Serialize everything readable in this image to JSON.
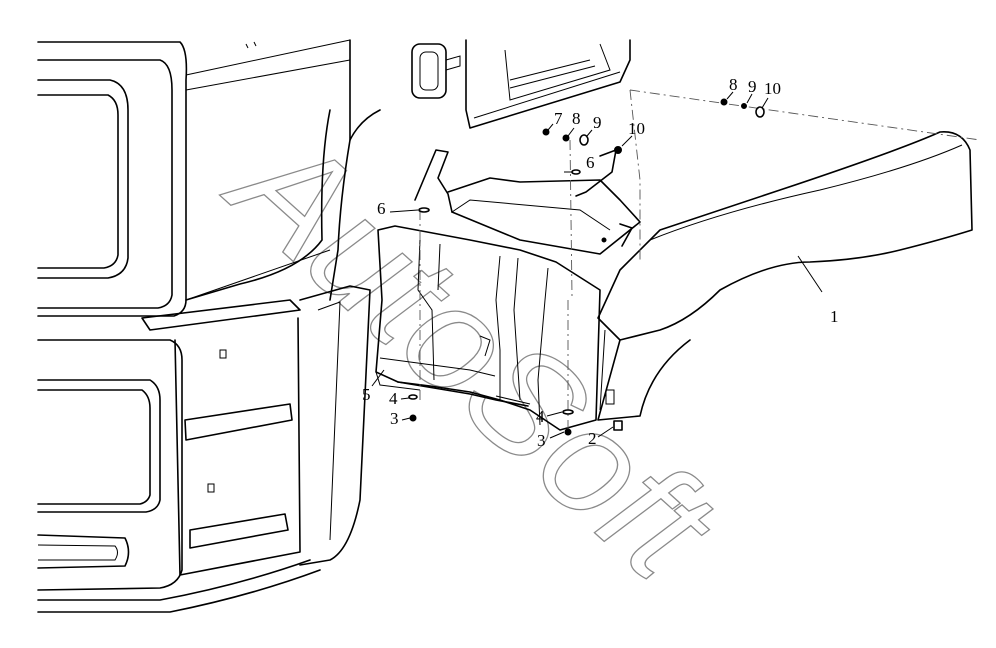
{
  "watermark": "AutoSoft",
  "callouts": [
    {
      "id": "label-1",
      "text": "1"
    },
    {
      "id": "label-2",
      "text": "2"
    },
    {
      "id": "label-3a",
      "text": "3"
    },
    {
      "id": "label-3b",
      "text": "3"
    },
    {
      "id": "label-4a",
      "text": "4"
    },
    {
      "id": "label-4b",
      "text": "4"
    },
    {
      "id": "label-5",
      "text": "5"
    },
    {
      "id": "label-6a",
      "text": "6"
    },
    {
      "id": "label-6b",
      "text": "6"
    },
    {
      "id": "label-7",
      "text": "7"
    },
    {
      "id": "label-8a",
      "text": "8"
    },
    {
      "id": "label-8b",
      "text": "8"
    },
    {
      "id": "label-9a",
      "text": "9"
    },
    {
      "id": "label-9b",
      "text": "9"
    },
    {
      "id": "label-10a",
      "text": "10"
    },
    {
      "id": "label-10b",
      "text": "10"
    }
  ]
}
